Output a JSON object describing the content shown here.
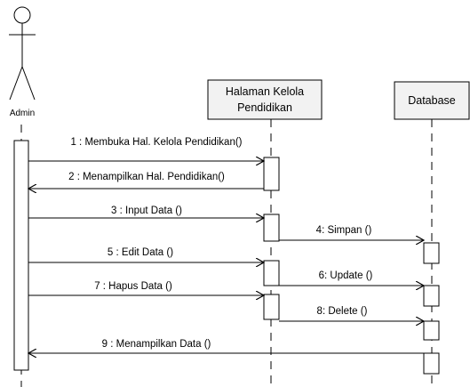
{
  "actor": {
    "name": "Admin"
  },
  "objects": {
    "page": {
      "line1": "Halaman Kelola",
      "line2": "Pendidikan"
    },
    "database": {
      "name": "Database"
    }
  },
  "messages": [
    {
      "label": "1 : Membuka Hal. Kelola Pendidikan()"
    },
    {
      "label": "2 : Menampilkan Hal. Pendidikan()"
    },
    {
      "label": "3 : Input Data ()"
    },
    {
      "label": "4: Simpan ()"
    },
    {
      "label": "5 : Edit Data ()"
    },
    {
      "label": "6: Update ()"
    },
    {
      "label": "7 : Hapus Data ()"
    },
    {
      "label": "8: Delete ()"
    },
    {
      "label": "9 : Menampilkan Data ()"
    }
  ]
}
